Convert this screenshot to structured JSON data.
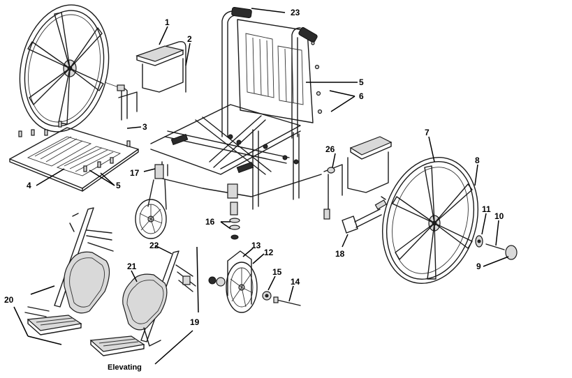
{
  "callouts": {
    "c1": "1",
    "c2": "2",
    "c3": "3",
    "c4": "4",
    "c5a": "5",
    "c5b": "5",
    "c6": "6",
    "c7": "7",
    "c8": "8",
    "c9": "9",
    "c10": "10",
    "c11": "11",
    "c12": "12",
    "c13": "13",
    "c14": "14",
    "c15": "15",
    "c16": "16",
    "c17": "17",
    "c18": "18",
    "c19": "19",
    "c20": "20",
    "c21": "21",
    "c22": "22",
    "c23": "23",
    "c26": "26"
  },
  "caption": "Elevating"
}
